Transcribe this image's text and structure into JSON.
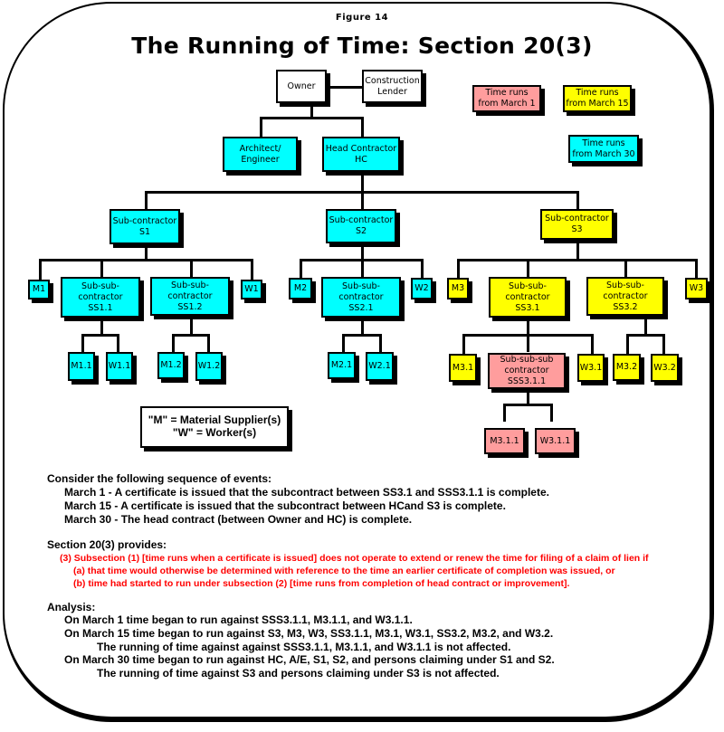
{
  "figure_label": "Figure 14",
  "title": "The Running of Time: Section 20(3)",
  "colors": {
    "march1": "#ff9d9d",
    "march15": "#ffff00",
    "march30": "#00ffff",
    "quote_text": "#ff0000"
  },
  "key": {
    "march1": "Time runs\nfrom March 1",
    "march15": "Time runs\nfrom March 15",
    "march30": "Time runs\nfrom March 30"
  },
  "nodes": {
    "owner": "Owner",
    "lender": "Construction\nLender",
    "architect": "Architect/\nEngineer",
    "hc": "Head Contractor\nHC",
    "s1": "Sub-contractor\nS1",
    "s2": "Sub-contractor\nS2",
    "s3": "Sub-contractor\nS3",
    "m1": "M1",
    "w1": "W1",
    "ss11": "Sub-sub-\ncontractor\nSS1.1",
    "ss12": "Sub-sub-\ncontractor\nSS1.2",
    "m11": "M1.1",
    "w11": "W1.1",
    "m12": "M1.2",
    "w12": "W1.2",
    "m2": "M2",
    "w2": "W2",
    "ss21": "Sub-sub-\ncontractor\nSS2.1",
    "m21": "M2.1",
    "w21": "W2.1",
    "m3": "M3",
    "w3": "W3",
    "ss31": "Sub-sub-\ncontractor\nSS3.1",
    "ss32": "Sub-sub-\ncontractor\nSS3.2",
    "m31": "M3.1",
    "w31": "W3.1",
    "sss311": "Sub-sub-sub\ncontractor\nSSS3.1.1",
    "m32": "M3.2",
    "w32": "W3.2",
    "m311": "M3.1.1",
    "w311": "W3.1.1"
  },
  "legend": {
    "line1": "\"M\" = Material Supplier(s)",
    "line2": "\"W\" = Worker(s)"
  },
  "events": {
    "heading": "Consider the following sequence of events:",
    "items": [
      "March 1 - A certificate is issued that the subcontract between SS3.1 and SSS3.1.1 is complete.",
      "March 15 - A certificate is issued that the subcontract between HCand S3 is complete.",
      "March 30 - The head contract (between Owner and HC) is complete."
    ]
  },
  "section": {
    "heading": "Section 20(3) provides:",
    "lines": [
      "(3) Subsection (1) [time runs when a certificate is issued] does not operate to extend or renew the time for filing of a claim of lien if",
      "(a) that time would otherwise be determined with reference to the time an earlier certificate of completion was  issued, or",
      "(b) time had started to run under subsection (2) [time runs from completion of head contract or improvement]."
    ]
  },
  "analysis": {
    "heading": "Analysis:",
    "lines": [
      "On March 1 time began to run against SSS3.1.1, M3.1.1, and W3.1.1.",
      "On March 15 time began to run against S3, M3, W3, SS3.1.1, M3.1, W3.1, SS3.2, M3.2, and W3.2.",
      "The running of time against against SSS3.1.1, M3.1.1, and W3.1.1 is not affected.",
      "On March 30 time began to run against HC, A/E, S1, S2, and persons claiming under S1 and S2.",
      "The running of time against S3 and persons claiming under S3 is not affected."
    ]
  }
}
